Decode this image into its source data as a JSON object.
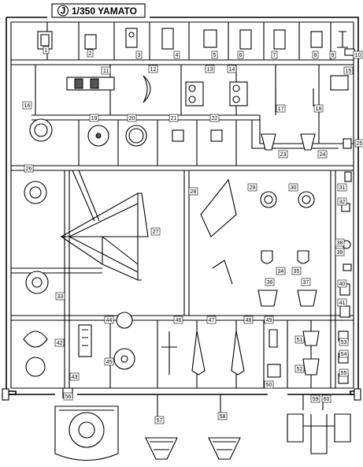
{
  "sheet": {
    "title_letter": "J",
    "title_text": "1/350 YAMATO"
  },
  "part_numbers": [
    "1",
    "2",
    "3",
    "4",
    "5",
    "6",
    "7",
    "8",
    "9",
    "10",
    "11",
    "12",
    "13",
    "14",
    "15",
    "16",
    "17",
    "18",
    "19",
    "20",
    "21",
    "22",
    "23",
    "24",
    "25",
    "26",
    "27",
    "28",
    "29",
    "30",
    "31",
    "32",
    "33",
    "34",
    "35",
    "36",
    "37",
    "38",
    "39",
    "40",
    "41",
    "42",
    "43",
    "44",
    "45",
    "46",
    "47",
    "48",
    "49",
    "50",
    "51",
    "52",
    "53",
    "54",
    "55",
    "56",
    "57",
    "58",
    "59",
    "60"
  ]
}
